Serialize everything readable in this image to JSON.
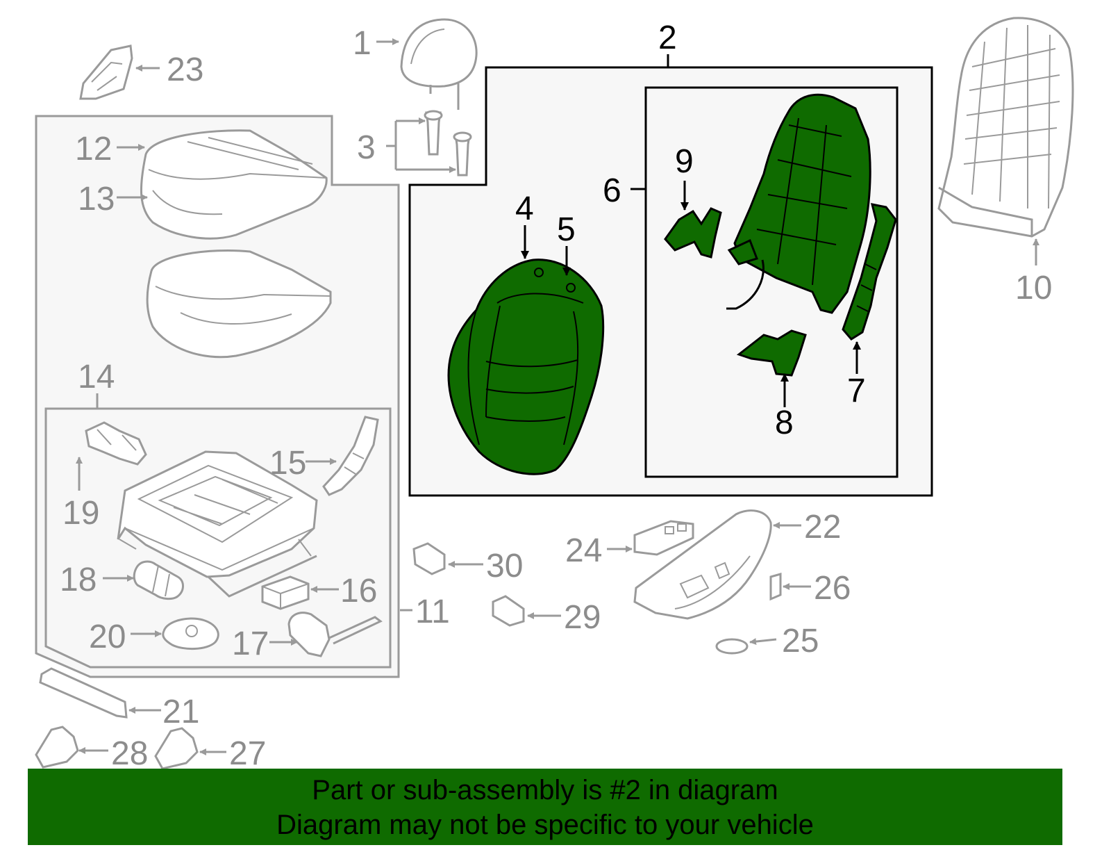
{
  "colors": {
    "highlight": "#0f6b00",
    "banner": "#0f6b00",
    "outline_gray": "#9a9a9a",
    "label_gray": "#8c8c8c",
    "outline_black": "#000000",
    "box_fill": "#f7f7f7"
  },
  "callouts": {
    "c1": "1",
    "c2": "2",
    "c3": "3",
    "c4": "4",
    "c5": "5",
    "c6": "6",
    "c7": "7",
    "c8": "8",
    "c9": "9",
    "c10": "10",
    "c11": "11",
    "c12": "12",
    "c13": "13",
    "c14": "14",
    "c15": "15",
    "c16": "16",
    "c17": "17",
    "c18": "18",
    "c19": "19",
    "c20": "20",
    "c21": "21",
    "c22": "22",
    "c23": "23",
    "c24": "24",
    "c25": "25",
    "c26": "26",
    "c27": "27",
    "c28": "28",
    "c29": "29",
    "c30": "30"
  },
  "highlighted_callouts": [
    "2",
    "4",
    "5",
    "6",
    "7",
    "8",
    "9"
  ],
  "banner": {
    "line1": "Part or sub-assembly is #2 in diagram",
    "line2": "Diagram may not be specific to your vehicle"
  }
}
